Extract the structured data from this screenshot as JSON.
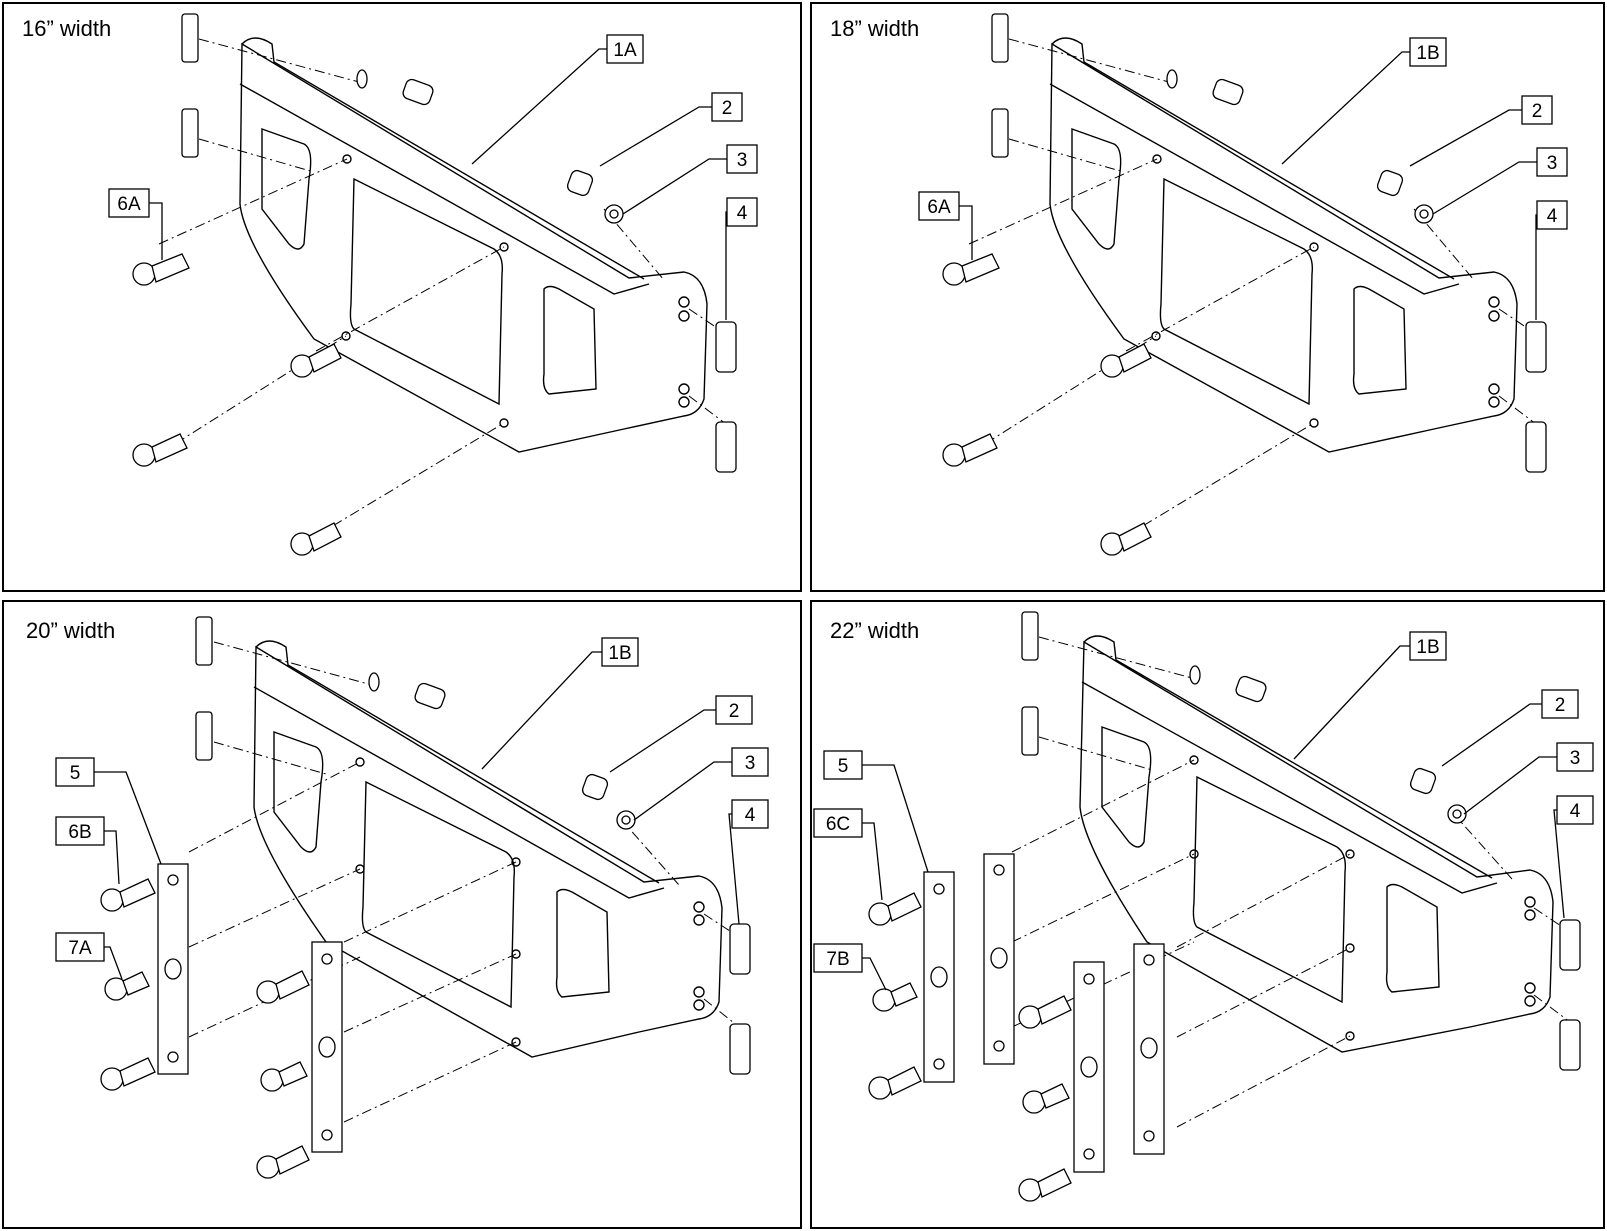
{
  "panels": [
    {
      "title": "16” width",
      "callouts": [
        {
          "id": "c1A",
          "label": "1A"
        },
        {
          "id": "c2",
          "label": "2"
        },
        {
          "id": "c3",
          "label": "3"
        },
        {
          "id": "c4",
          "label": "4"
        },
        {
          "id": "c6",
          "label": "6A"
        }
      ]
    },
    {
      "title": "18” width",
      "callouts": [
        {
          "id": "c1",
          "label": "1B"
        },
        {
          "id": "c2",
          "label": "2"
        },
        {
          "id": "c3",
          "label": "3"
        },
        {
          "id": "c4",
          "label": "4"
        },
        {
          "id": "c6",
          "label": "6A"
        }
      ]
    },
    {
      "title": "20” width",
      "callouts": [
        {
          "id": "c1",
          "label": "1B"
        },
        {
          "id": "c2",
          "label": "2"
        },
        {
          "id": "c3",
          "label": "3"
        },
        {
          "id": "c4",
          "label": "4"
        },
        {
          "id": "c5",
          "label": "5"
        },
        {
          "id": "c6",
          "label": "6B"
        },
        {
          "id": "c7",
          "label": "7A"
        }
      ]
    },
    {
      "title": "22” width",
      "callouts": [
        {
          "id": "c1",
          "label": "1B"
        },
        {
          "id": "c2",
          "label": "2"
        },
        {
          "id": "c3",
          "label": "3"
        },
        {
          "id": "c4",
          "label": "4"
        },
        {
          "id": "c5",
          "label": "5"
        },
        {
          "id": "c6",
          "label": "6C"
        },
        {
          "id": "c7",
          "label": "7B"
        }
      ]
    }
  ]
}
